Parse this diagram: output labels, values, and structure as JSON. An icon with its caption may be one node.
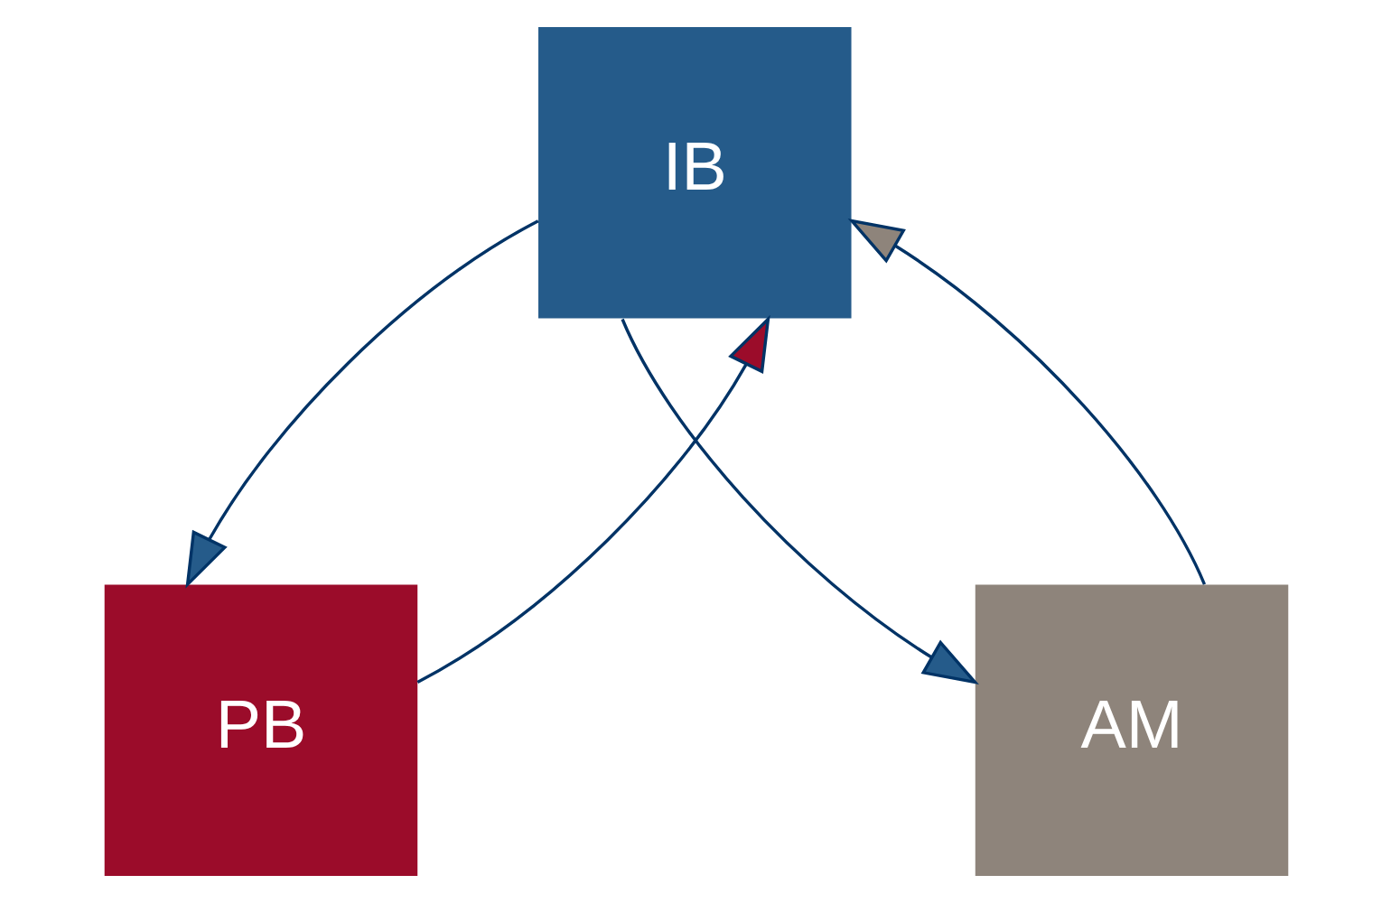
{
  "diagram": {
    "nodes": [
      {
        "text": [
          "IB"
        ]
      },
      {
        "text": [
          "PB"
        ]
      },
      {
        "text": [
          "AM"
        ]
      }
    ],
    "edges": [
      {
        "from": 0,
        "to": 1,
        "arrow": "to"
      },
      {
        "from": 1,
        "to": 0,
        "arrow": "to"
      },
      {
        "from": 0,
        "to": 2,
        "arrow": "to"
      },
      {
        "from": 2,
        "to": 0,
        "arrow": "to"
      }
    ]
  }
}
